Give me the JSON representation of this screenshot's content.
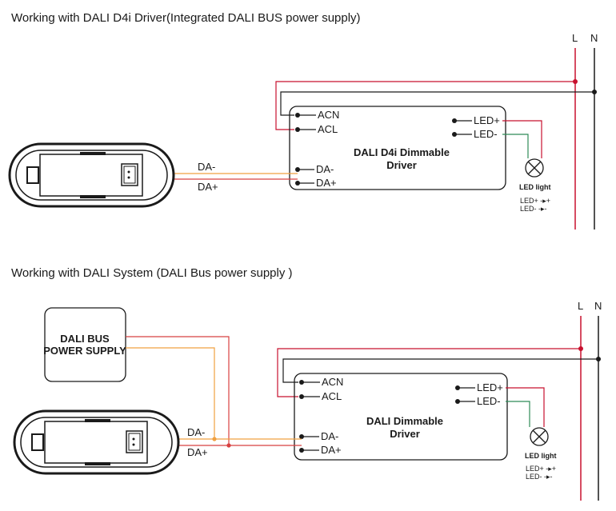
{
  "diagram1": {
    "title": "Working with DALI D4i Driver(Integrated DALI BUS power supply)",
    "mains": {
      "l": "L",
      "n": "N"
    },
    "driver": {
      "line1": "DALI D4i Dimmable",
      "line2": "Driver"
    },
    "terminals": {
      "acn": "ACN",
      "acl": "ACL",
      "led_plus": "LED+",
      "led_minus": "LED-",
      "da_minus": "DA-",
      "da_plus": "DA+"
    },
    "wire_labels": {
      "da_minus": "DA-",
      "da_plus": "DA+"
    },
    "led": {
      "label": "LED light",
      "legend_plus": "LED+ -▸+",
      "legend_minus": "LED- -▸-"
    }
  },
  "diagram2": {
    "title": "Working with DALI System (DALI Bus power supply )",
    "mains": {
      "l": "L",
      "n": "N"
    },
    "bus_power_supply": {
      "line1": "DALI BUS",
      "line2": "POWER SUPPLY"
    },
    "driver": {
      "line1": "DALI  Dimmable",
      "line2": "Driver"
    },
    "terminals": {
      "acn": "ACN",
      "acl": "ACL",
      "led_plus": "LED+",
      "led_minus": "LED-",
      "da_minus": "DA-",
      "da_plus": "DA+"
    },
    "wire_labels": {
      "da_minus": "DA-",
      "da_plus": "DA+"
    },
    "led": {
      "label": "LED light",
      "legend_plus": "LED+ -▸+",
      "legend_minus": "LED- -▸-"
    }
  },
  "colors": {
    "line_wire": "#c8102e",
    "neutral_wire": "#1a1a1a",
    "led_minus_wire": "#2e8b57",
    "da_wire_orange": "#f0a040",
    "da_wire_red": "#d84040",
    "box_stroke": "#1a1a1a"
  },
  "icons": {
    "controller": "wall-controller-icon",
    "lamp": "led-lamp-icon"
  }
}
